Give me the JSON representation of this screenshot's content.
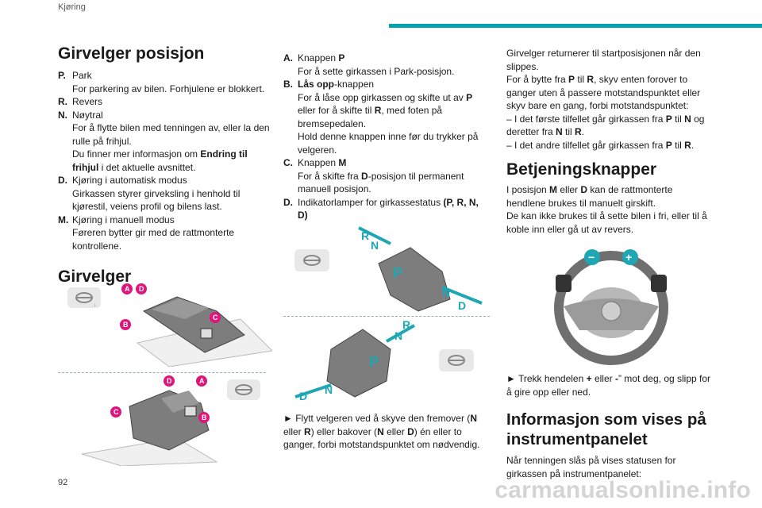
{
  "header": {
    "section": "Kjøring"
  },
  "page_number": "92",
  "footer": "carmanualsonline.info",
  "col1": {
    "title": "Girvelger posisjon",
    "items": [
      {
        "key": "P.",
        "lines": [
          "Park",
          "For parkering av bilen. Forhjulene er blokkert."
        ]
      },
      {
        "key": "R.",
        "lines": [
          "Revers"
        ]
      },
      {
        "key": "N.",
        "lines": [
          "Nøytral",
          "For å flytte bilen med tenningen av, eller la den rulle på frihjul."
        ],
        "extra_pre": "Du finner mer informasjon om ",
        "extra_bold": "Endring til frihjul",
        "extra_post": " i det aktuelle avsnittet."
      },
      {
        "key": "D.",
        "lines": [
          "Kjøring i automatisk modus",
          "Girkassen styrer girveksling i henhold til kjørestil, veiens profil og bilens last."
        ]
      },
      {
        "key": "M.",
        "lines": [
          "Kjøring i manuell modus",
          "Føreren bytter gir med de rattmonterte kontrollene."
        ]
      }
    ],
    "title2": "Girvelger",
    "badges": [
      "A",
      "B",
      "C",
      "D"
    ]
  },
  "col2": {
    "items": [
      {
        "key": "A.",
        "pre": "Knappen ",
        "bold": "P",
        "post": "",
        "line2": "For å sette girkassen i Park-posisjon."
      },
      {
        "key": "B.",
        "pre": "",
        "bold": "Lås opp",
        "post": "-knappen"
      },
      {
        "key": "C.",
        "pre": "Knappen ",
        "bold": "M",
        "post": "",
        "line2": "For å skifte fra D-posisjon til permanent manuell posisjon."
      },
      {
        "key": "D.",
        "pre": "Indikatorlamper for girkassestatus ",
        "bold": "(P, R, N, D)",
        "post": ""
      }
    ],
    "b_line2a": "For å låse opp girkassen og skifte ut av ",
    "b_line2b": "P",
    "b_line2c": " eller for å skifte til ",
    "b_line2d": "R",
    "b_line2e": ", med foten på bremsepedalen.",
    "b_line3": "Hold denne knappen inne før du trykker på velgeren.",
    "c_pre": "For å skifte fra ",
    "c_bold": "D",
    "c_post": "-posisjon til permanent manuell posisjon.",
    "gear_letters": [
      "R",
      "N",
      "P",
      "N",
      "D"
    ],
    "move_a": "► Flytt velgeren ved å skyve den fremover (",
    "move_n": "N",
    "move_b": " eller ",
    "move_r": "R",
    "move_c": ") eller bakover (",
    "move_n2": "N",
    "move_d": " eller ",
    "move_dd": "D",
    "move_e": ") én eller to ganger, forbi motstandspunktet om nødvendig."
  },
  "col3": {
    "intro": "Girvelger returnerer til startposisjonen når den slippes.",
    "shift_a": "For å bytte fra ",
    "shift_p": "P",
    "shift_b": " til ",
    "shift_r": "R",
    "shift_c": ", skyv enten forover to ganger uten å passere motstandspunktet eller skyv bare en gang, forbi motstandspunktet:",
    "dash1_a": "– I det første tilfellet går girkassen fra ",
    "dash1_p": "P",
    "dash1_b": " til ",
    "dash1_n": "N",
    "dash1_c": " og deretter fra ",
    "dash1_n2": "N",
    "dash1_d": " til ",
    "dash1_r": "R",
    "dash1_e": ".",
    "dash2_a": "– I det andre tilfellet går girkassen fra ",
    "dash2_p": "P",
    "dash2_b": " til ",
    "dash2_r": "R",
    "dash2_c": ".",
    "title": "Betjeningsknapper",
    "ctl_a": "I posisjon ",
    "ctl_m": "M",
    "ctl_b": " eller ",
    "ctl_d": "D",
    "ctl_c": " kan de rattmonterte hendlene brukes til manuelt girskift.",
    "ctl2": "De kan ikke brukes til å sette bilen i fri, eller til å koble inn eller gå ut av revers.",
    "paddle_a": "► Trekk hendelen ",
    "paddle_plus": "+",
    "paddle_b": " eller ",
    "paddle_minus": "-",
    "paddle_c": "” mot deg, og slipp for å gire opp eller ned.",
    "title2_l1": "Informasjon som vises på",
    "title2_l2": "instrumentpanelet",
    "info": "Når tenningen slås på vises statusen for girkassen på instrumentpanelet:",
    "paddle_signs": [
      "−",
      "+"
    ]
  }
}
